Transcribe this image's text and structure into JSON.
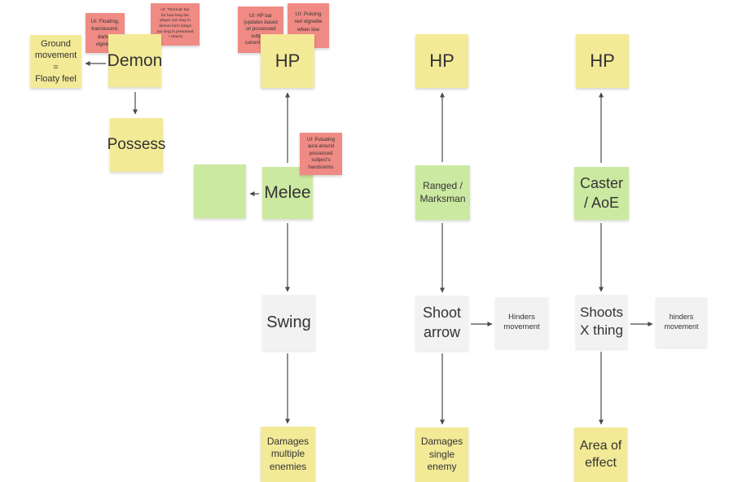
{
  "palette": {
    "yellow": "#f3ea97",
    "green": "#cce9a1",
    "red": "#ef8a84",
    "gray": "#f2f2f2",
    "text": "#333333",
    "arrow": "#4a4a4a",
    "background": "#ffffff"
  },
  "notes": {
    "ground_movement": {
      "color": "yellow",
      "text": "Ground\nmovement\n=\nFloaty feel"
    },
    "ui_floating_vignette": {
      "color": "red",
      "text": "UI: Floating,\ntranslucent,\ndarker\nvignette"
    },
    "ui_thermal_bar": {
      "color": "red",
      "text": "UI: 'Thermal' bar\nfor how long the\nplayer can stay in\ndemon form (stays\ntoo long in presumed\n+ return)"
    },
    "demon": {
      "color": "yellow",
      "text": "Demon"
    },
    "possess": {
      "color": "yellow",
      "text": "Possess"
    },
    "ui_hp_bar": {
      "color": "red",
      "text": "UI: HP bar\n(updates based\non possessed\nsubject's\ncurrent health)"
    },
    "ui_pulsing_vignette": {
      "color": "red",
      "text": "UI: Pulsing\nred vignette\nwhen low\nHP"
    },
    "hp_melee": {
      "color": "yellow",
      "text": "HP"
    },
    "blank_green": {
      "color": "green",
      "text": ""
    },
    "melee": {
      "color": "green",
      "text": "Melee"
    },
    "ui_pulsating_aura": {
      "color": "red",
      "text": "UI: Pulsating\naura around\npossessed\nsubject's\nhands/arms"
    },
    "swing": {
      "color": "gray",
      "text": "Swing"
    },
    "damages_multiple": {
      "color": "yellow",
      "text": "Damages\nmultiple\nenemies"
    },
    "hp_ranged": {
      "color": "yellow",
      "text": "HP"
    },
    "ranged_marksman": {
      "color": "green",
      "text": "Ranged /\nMarksman"
    },
    "shoot_arrow": {
      "color": "gray",
      "text": "Shoot\narrow"
    },
    "hinders_movement_ranged": {
      "color": "gray",
      "text": "Hinders\nmovement"
    },
    "damages_single": {
      "color": "yellow",
      "text": "Damages\nsingle\nenemy"
    },
    "hp_caster": {
      "color": "yellow",
      "text": "HP"
    },
    "caster_aoe": {
      "color": "green",
      "text": "Caster\n/ AoE"
    },
    "shoots_x_thing": {
      "color": "gray",
      "text": "Shoots\nX thing"
    },
    "hinders_movement_caster": {
      "color": "gray",
      "text": "hinders\nmovement"
    },
    "area_of_effect": {
      "color": "yellow",
      "text": "Area of\neffect"
    }
  }
}
